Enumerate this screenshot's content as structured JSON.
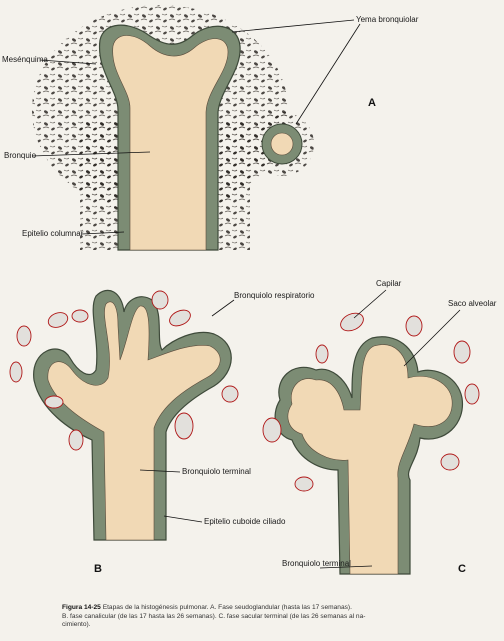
{
  "colors": {
    "page": "#f4f2ec",
    "lumen": "#f1d9b5",
    "epithelium": "#7c8c74",
    "mesenchyme_dots": "#2e2a26",
    "capillary": "#e2e0dc",
    "capillary_outline": "#b01818"
  },
  "panels": {
    "a": "A",
    "b": "B",
    "c": "C"
  },
  "labels": {
    "yema": "Yema bronquiolar",
    "mesenquima": "Mesénquima",
    "bronquio": "Bronquio",
    "epitelio_columnar": "Epitelio columnar",
    "bronquiolo_respiratorio": "Bronquiolo respiratorio",
    "bronquiolo_terminal_b": "Bronquiolo terminal",
    "epitelio_cuboide": "Epitelio cuboide ciliado",
    "capilar": "Capilar",
    "saco_alveolar": "Saco alveolar",
    "bronquiolo_terminal_c": "Bronquiolo terminal"
  },
  "caption": {
    "figure": "Figura 14-25",
    "line1": "Etapas de la histogénesis pulmonar. A. Fase seudoglandular (hasta las 17 semanas).",
    "line2": "B. fase canalicular (de las 17 hasta las 26 semanas). C. fase sacular terminal (de las 26 semanas al na-",
    "line3": "cimiento)."
  }
}
